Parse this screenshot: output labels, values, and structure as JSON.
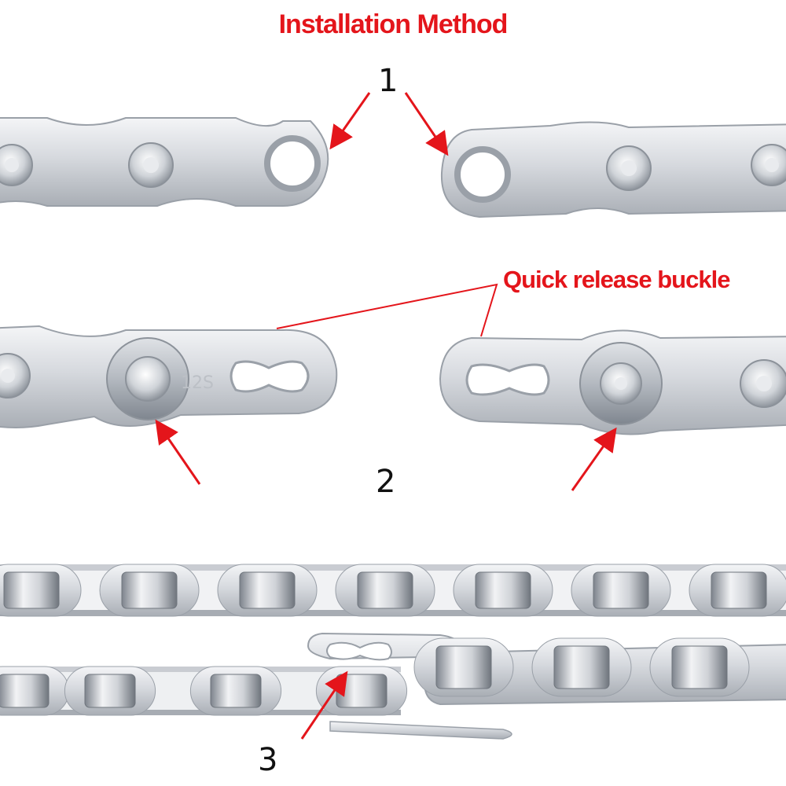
{
  "title": "Installation Method",
  "callout_label": "Quick release buckle",
  "link_stamp": "12S",
  "steps": [
    "1",
    "2",
    "3"
  ],
  "colors": {
    "accent": "#e4151b",
    "steel_light": "#eceef2",
    "steel_mid": "#c2c6cc",
    "steel_dark": "#8a9099",
    "text": "#111111"
  }
}
